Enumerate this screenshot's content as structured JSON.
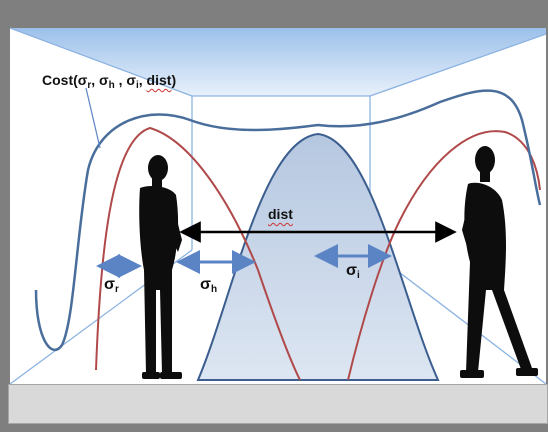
{
  "labels": {
    "cost_prefix": "Cost(σ",
    "cost_r": "r",
    "cost_sep1": ", σ",
    "cost_h": "h",
    "cost_sep2": " , σ",
    "cost_i": "i",
    "cost_sep3": ", ",
    "cost_dist": "dist",
    "cost_suffix": ")",
    "dist": "dist",
    "sigma": "σ",
    "sub_r": "r",
    "sub_h": "h",
    "sub_i": "i"
  },
  "colors": {
    "cost_curve": "#4a6e9b",
    "red_curves": "#b04a4a",
    "gaussian_fill": "#c7d4e6",
    "gaussian_stroke": "#3b5e8f",
    "arrow": "#5b84c4",
    "room_lines": "#8db3e2",
    "ceiling": "#a9c8ec",
    "silhouette": "#0d0d0d"
  }
}
